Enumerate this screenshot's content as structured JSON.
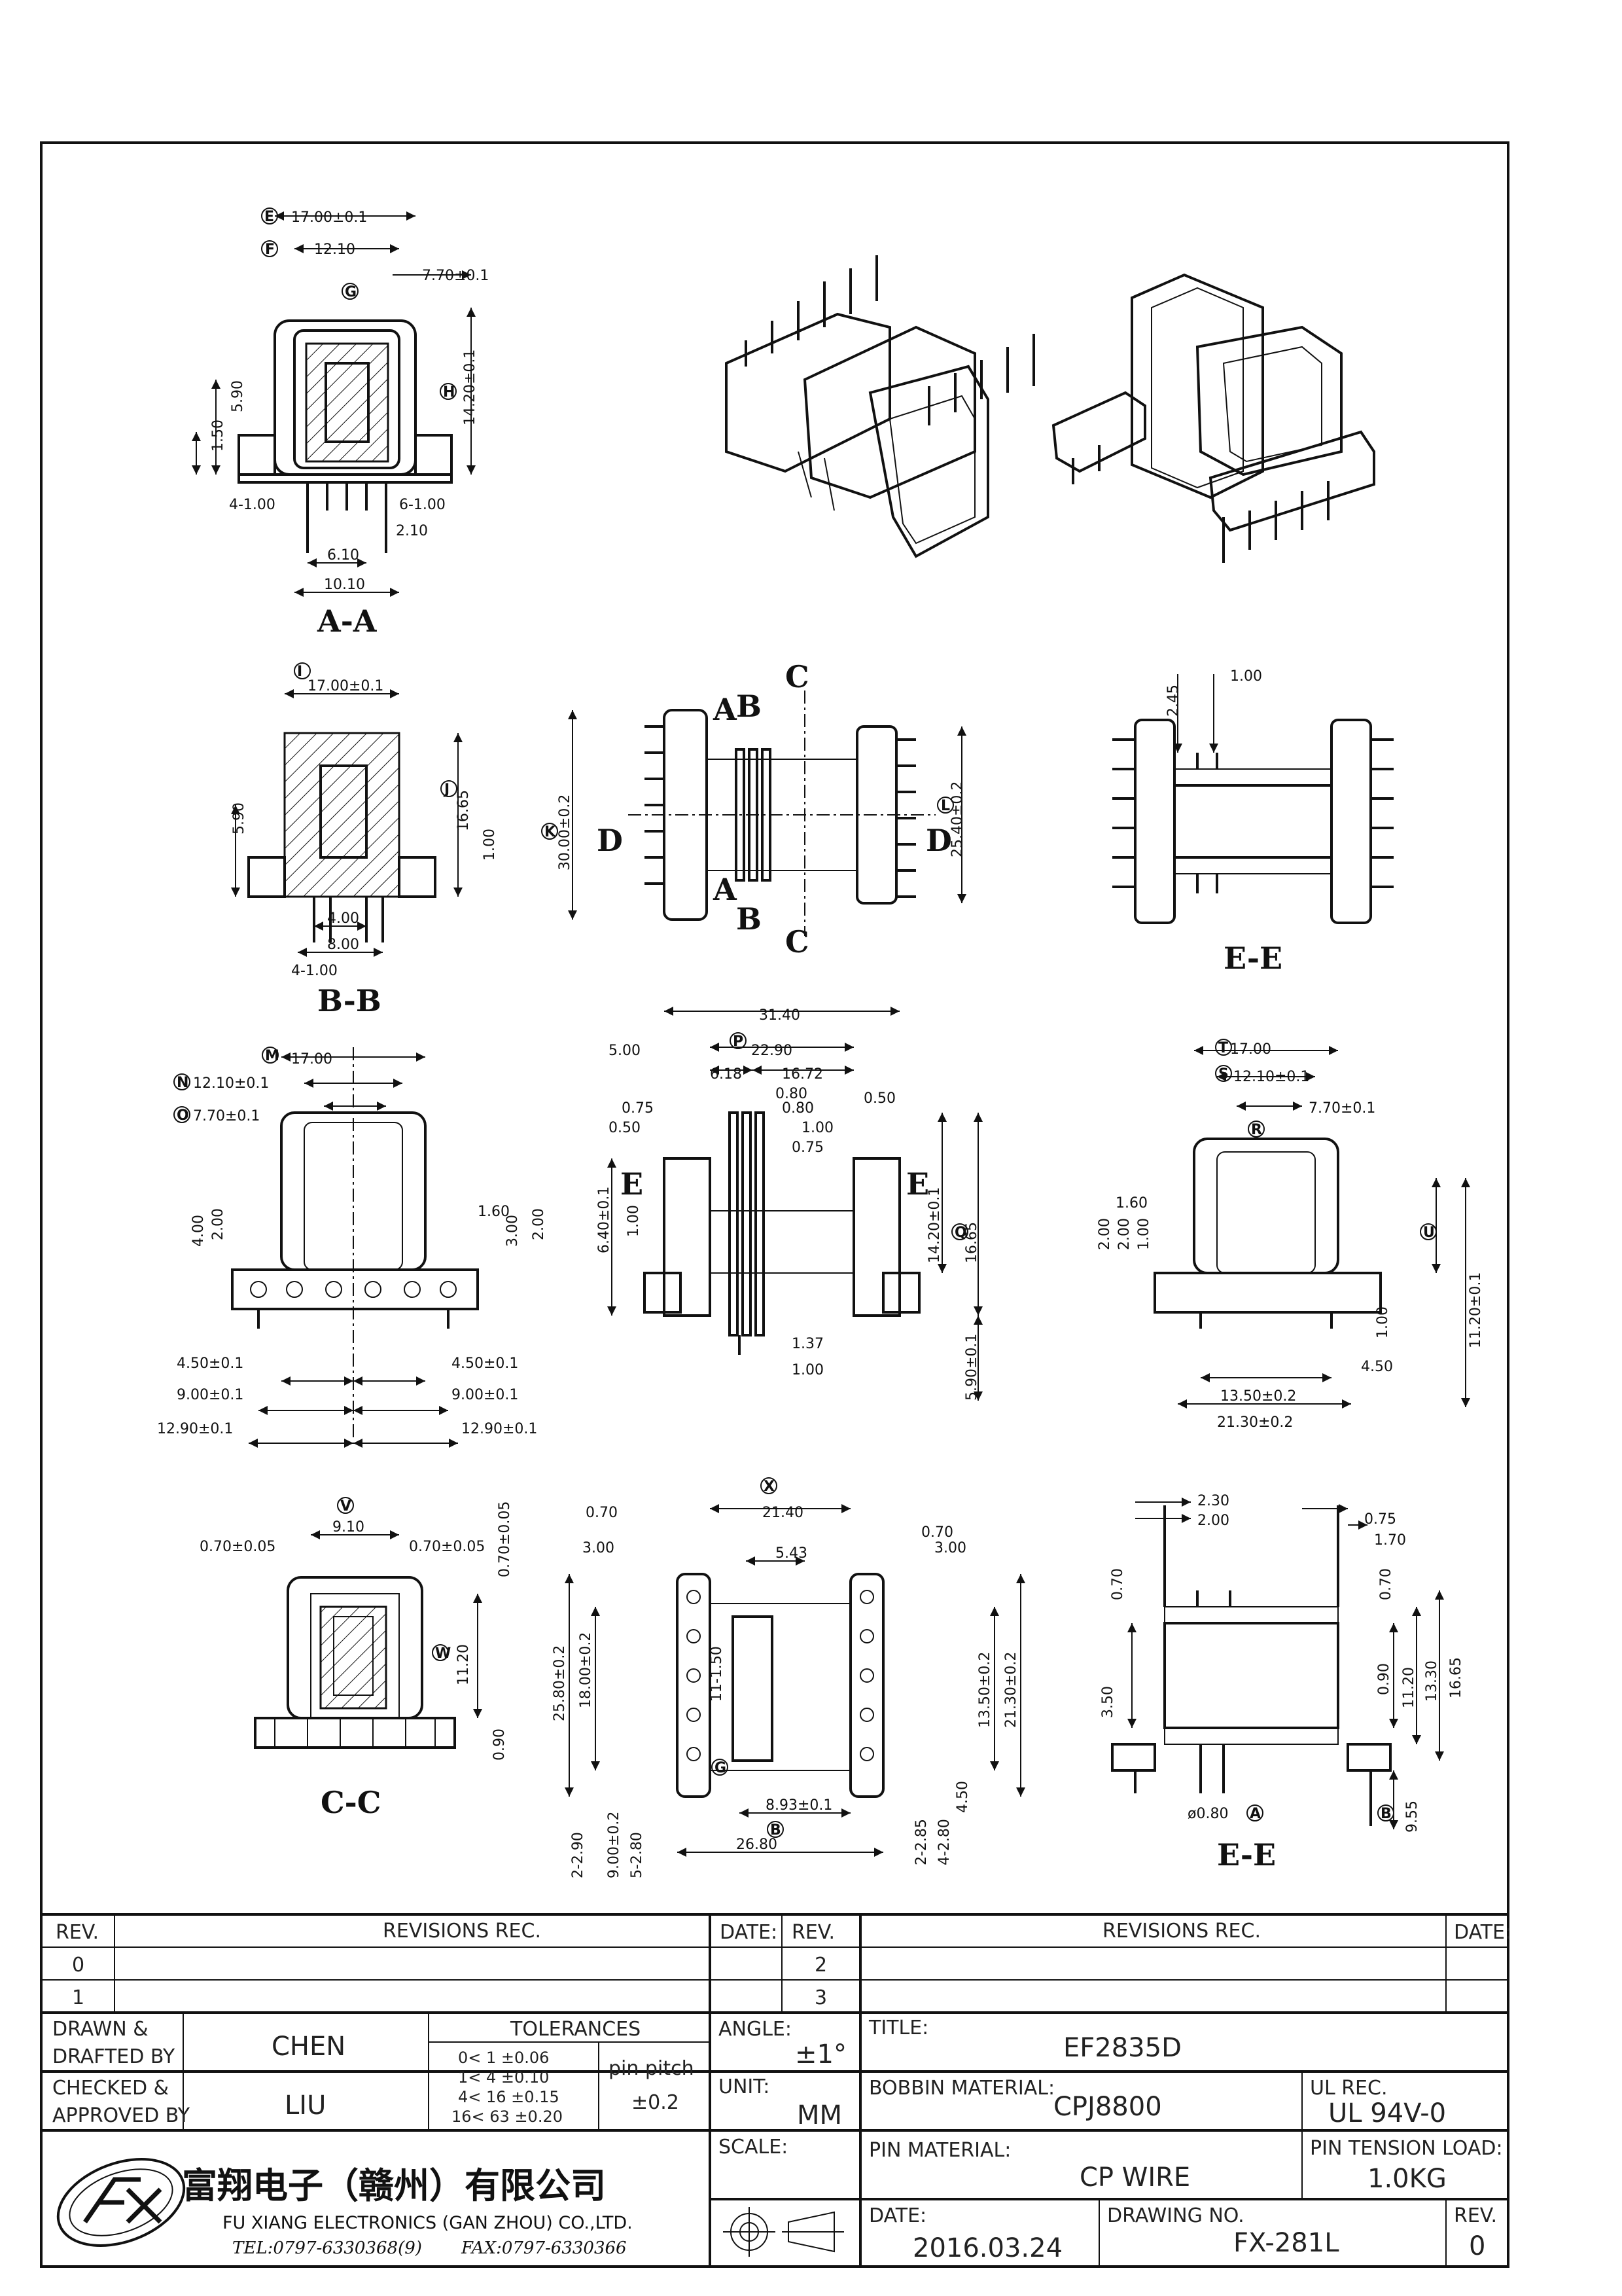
{
  "views": {
    "aa": {
      "label": "A-A",
      "dims": [
        "17.00±0.1",
        "12.10",
        "7.70±0.1",
        "14.20±0.1",
        "5.90",
        "1.50",
        "4-1.00",
        "6-1.00",
        "2.10",
        "6.10",
        "10.10"
      ]
    },
    "bb": {
      "label": "B-B",
      "dims": [
        "17.00±0.1",
        "16.65",
        "1.00",
        "5.90",
        "4.00",
        "8.00",
        "4-1.00"
      ]
    },
    "top": {
      "dims": [
        "30.00±0.2",
        "25.40±0.2"
      ],
      "cuts": [
        "A",
        "A",
        "B",
        "B",
        "C",
        "C",
        "D",
        "D"
      ]
    },
    "ee1": {
      "label": "E-E",
      "dims": [
        "2.45",
        "1.00"
      ]
    },
    "front": {
      "dims": [
        "17.00",
        "12.10±0.1",
        "7.70±0.1",
        "1.60",
        "4.00",
        "2.00",
        "3.00",
        "2.00",
        "4.50±0.1",
        "9.00±0.1",
        "12.90±0.1",
        "4.50±0.1",
        "9.00±0.1",
        "12.90±0.1"
      ]
    },
    "side": {
      "dims": [
        "31.40",
        "5.00",
        "22.90",
        "6.18",
        "16.72",
        "0.80",
        "0.80",
        "0.75",
        "0.50",
        "1.00",
        "0.75",
        "0.50",
        "6.40±0.1",
        "1.00",
        "14.20±0.1",
        "16.65",
        "1.37",
        "1.00",
        "5.90±0.1"
      ]
    },
    "right": {
      "dims": [
        "17.00",
        "12.10±0.1",
        "7.70±0.1",
        "1.60",
        "2.00",
        "2.00",
        "1.00",
        "1.00",
        "4.50",
        "13.50±0.2",
        "21.30±0.2",
        "11.20±0.1"
      ]
    },
    "cc": {
      "label": "C-C",
      "dims": [
        "9.10",
        "0.70±0.05",
        "0.70±0.05",
        "0.70±0.05",
        "11.20",
        "0.90"
      ]
    },
    "bottom": {
      "dims": [
        "21.40",
        "0.70",
        "3.00",
        "5.43",
        "0.70",
        "3.00",
        "25.80±0.2",
        "18.00±0.2",
        "11-1.50",
        "13.50±0.2",
        "21.30±0.2",
        "4.50",
        "8.93±0.1",
        "26.80",
        "2-2.90",
        "9.00±0.2",
        "5-2.80",
        "2-2.85",
        "4-2.80"
      ]
    },
    "ee2": {
      "label": "E-E",
      "dims": [
        "2.30",
        "2.00",
        "0.75",
        "1.70",
        "0.70",
        "0.70",
        "3.50",
        "0.90",
        "11.20",
        "13.30",
        "16.65",
        "ø0.80",
        "9.55"
      ]
    }
  },
  "title_block": {
    "rev_header": "REV.",
    "revisions_header": "REVISIONS   REC.",
    "date_header": "DATE:",
    "rev_rows_left": [
      "0",
      "1"
    ],
    "rev_rows_right": [
      "2",
      "3"
    ],
    "drawn_label": "DRAWN &",
    "drafted_label": "DRAFTED BY",
    "drawn_value": "CHEN",
    "checked_label": "CHECKED &",
    "approved_label": "APPROVED BY",
    "approved_value": "LIU",
    "tolerances_label": "TOLERANCES",
    "tol_rows": [
      "0<   1   ±0.06",
      "1<   4   ±0.10",
      "4<  16  ±0.15",
      "16<  63  ±0.20"
    ],
    "pin_pitch_label": "pin pitch",
    "pin_pitch_value": "±0.2",
    "angle_label": "ANGLE:",
    "angle_value": "±1°",
    "unit_label": "UNIT:",
    "unit_value": "MM",
    "scale_label": "SCALE:",
    "title_label": "TITLE:",
    "title_value": "EF2835D",
    "bobbin_label": "BOBBIN MATERIAL:",
    "bobbin_value": "CPJ8800",
    "ul_label": "UL REC.",
    "ul_value": "UL 94V-0",
    "pin_material_label": "PIN MATERIAL:",
    "pin_material_value": "CP WIRE",
    "pin_tension_label": "PIN TENSION LOAD:",
    "pin_tension_value": "1.0KG",
    "date_label": "DATE:",
    "date_value": "2016.03.24",
    "drawing_no_label": "DRAWING NO.",
    "drawing_no_value": "FX-281L",
    "rev_label": "REV.",
    "rev_value": "0",
    "company_cn": "富翔电子（赣州）有限公司",
    "company_en": "FU XIANG ELECTRONICS (GAN ZHOU) CO.,LTD.",
    "tel": "TEL:0797-6330368(9)",
    "fax": "FAX:0797-6330366"
  }
}
